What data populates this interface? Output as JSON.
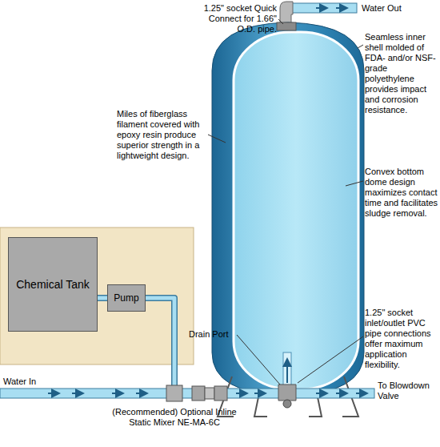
{
  "diagram": {
    "nodes": [
      {
        "text": [
          "Chemical Tank"
        ]
      },
      {
        "text": [
          "Pump"
        ]
      }
    ],
    "edges": [
      {
        "from": 0,
        "to": 1,
        "arrow": "none"
      }
    ],
    "labels": [
      "Water Out",
      "1.25\" socket Quick Connect for 1.66\" O.D. pipe.",
      "Seamless inner shell molded of FDA- and/or NSF-grade polyethylene provides impact and corrosion resistance.",
      "Miles of fiberglass filament covered with epoxy resin produce superior strength in a lightweight design.",
      "Convex bottom dome design maximizes contact time and facilitates sludge removal.",
      "1.25\" socket inlet/outlet PVC pipe connections offer maximum application flexibility.",
      "Drain Port",
      "Water In",
      "To Blowdown Valve",
      "(Recommended) Optional Inline Static Mixer NE-MA-6C"
    ]
  }
}
